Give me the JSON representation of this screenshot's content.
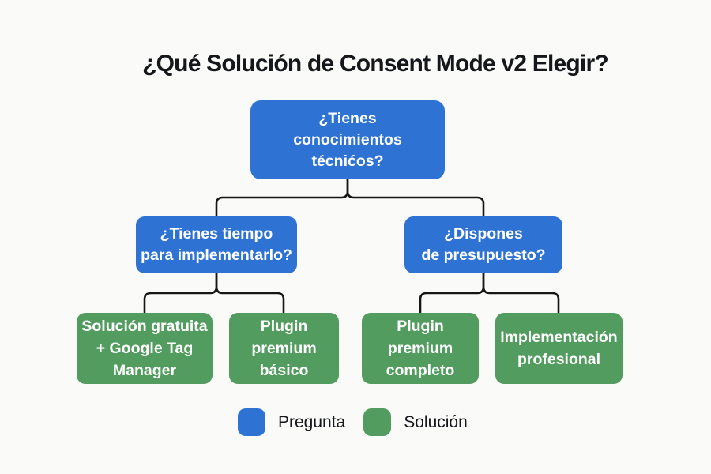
{
  "title": "¿Qué Solución de Consent Mode v2 Elegir?",
  "colors": {
    "background": "#FAFAF9",
    "question_blue": "#2E72D4",
    "solution_green": "#539C5F",
    "line_black": "#161616",
    "text_dark": "#15171A",
    "node_text": "#FFFFFF"
  },
  "nodes": {
    "root": {
      "type": "question",
      "text": "¿Tienes\nconocimientos\ntécnićos?"
    },
    "left": {
      "type": "question",
      "text": "¿Tienes tiempo\npara implementarlo?"
    },
    "right": {
      "type": "question",
      "text": "¿Dispones\nde presupuesto?"
    },
    "leaf1": {
      "type": "solution",
      "text": "Solución gratuita\n+ Google Tag\nManager"
    },
    "leaf2": {
      "type": "solution",
      "text": "Plugin\npremium\nbásico"
    },
    "leaf3": {
      "type": "solution",
      "text": "Plugin\npremium\ncompleto"
    },
    "leaf4": {
      "type": "solution",
      "text": "Implementación\nprofesional"
    }
  },
  "edges": [
    {
      "from": "root",
      "to": "left"
    },
    {
      "from": "root",
      "to": "right"
    },
    {
      "from": "left",
      "to": "leaf1"
    },
    {
      "from": "left",
      "to": "leaf2"
    },
    {
      "from": "right",
      "to": "leaf3"
    },
    {
      "from": "right",
      "to": "leaf4"
    }
  ],
  "legend": {
    "question_label": "Pregunta",
    "solution_label": "Solución"
  }
}
